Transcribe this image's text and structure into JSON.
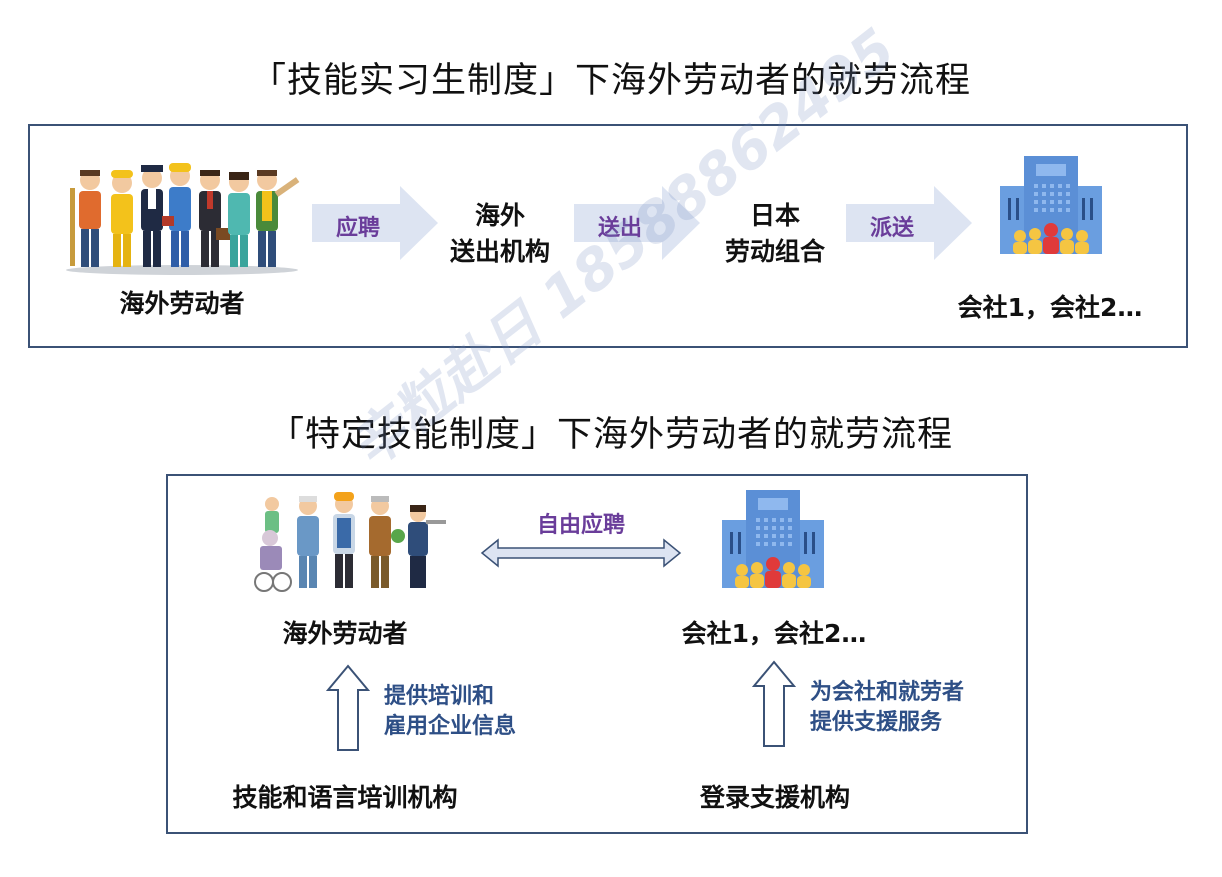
{
  "section1": {
    "title": "「技能实习生制度」下海外劳动者的就劳流程",
    "workers_label": "海外劳动者",
    "arrow1_label": "应聘",
    "org1_line1": "海外",
    "org1_line2": "送出机构",
    "arrow2_label": "送出",
    "org2_line1": "日本",
    "org2_line2": "劳动组合",
    "arrow3_label": "派送",
    "company_label": "会社1，会社2…"
  },
  "section2": {
    "title": "「特定技能制度」下海外劳动者的就劳流程",
    "arrow_label": "自由应聘",
    "workers_label": "海外劳动者",
    "company_label": "会社1，会社2…",
    "left_note_line1": "提供培训和",
    "left_note_line2": "雇用企业信息",
    "right_note_line1": "为会社和就劳者",
    "right_note_line2": "提供支援服务",
    "left_bottom_label": "技能和语言培训机构",
    "right_bottom_label": "登录支援机构"
  },
  "watermark": "辛粒赴日 18588862495",
  "colors": {
    "panel_border": "#3b5276",
    "arrow_fill": "#dde4f2",
    "arrow_text": "#6a3d9a",
    "note_text": "#2e4f86",
    "building": "#5b8fd6"
  }
}
